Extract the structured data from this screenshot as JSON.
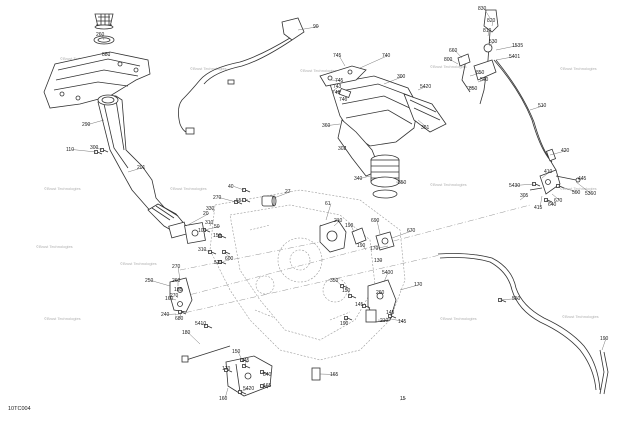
{
  "diagram": {
    "doc_code": "10TC004",
    "watermark_text": "©Brust Technologies",
    "watermark_count": 14,
    "part_numbers": [
      "830",
      "820",
      "810",
      "530",
      "1535",
      "5401",
      "660",
      "800",
      "740",
      "745",
      "260",
      "90",
      "880",
      "850",
      "540",
      "850",
      "510",
      "300",
      "745",
      "743",
      "742",
      "740",
      "5420",
      "361",
      "290",
      "201",
      "110",
      "300",
      "302",
      "360",
      "340",
      "350",
      "420",
      "410",
      "5430",
      "445",
      "415",
      "670",
      "305",
      "640",
      "500",
      "5360",
      "40",
      "55",
      "270",
      "27",
      "310",
      "10",
      "330",
      "600",
      "310",
      "150",
      "520",
      "20",
      "50",
      "61",
      "680",
      "210",
      "190",
      "670",
      "690",
      "170",
      "270",
      "260",
      "250",
      "195",
      "190",
      "130",
      "350",
      "270",
      "240",
      "150",
      "160",
      "145",
      "260",
      "5410",
      "190",
      "210",
      "145",
      "5400",
      "170",
      "550",
      "145",
      "180",
      "150",
      "145",
      "170",
      "190",
      "840",
      "5420",
      "165",
      "160",
      "165",
      "15"
    ]
  }
}
